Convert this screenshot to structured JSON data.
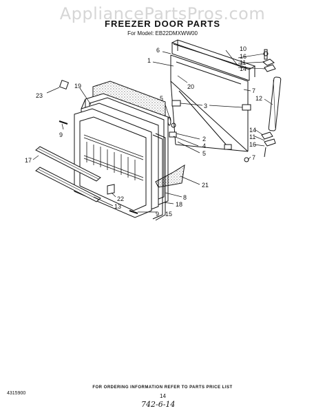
{
  "watermark": "AppliancePartsPros.com",
  "header": {
    "title": "FREEZER DOOR PARTS",
    "subtitle": "For Model: EB22DMXWW00"
  },
  "callouts": [
    {
      "id": "c6",
      "label": "6"
    },
    {
      "id": "c10",
      "label": "10"
    },
    {
      "id": "c16a",
      "label": "16"
    },
    {
      "id": "c11a",
      "label": "11"
    },
    {
      "id": "c14a",
      "label": "14"
    },
    {
      "id": "c1",
      "label": "1"
    },
    {
      "id": "c20",
      "label": "20"
    },
    {
      "id": "c7a",
      "label": "7"
    },
    {
      "id": "c12",
      "label": "12"
    },
    {
      "id": "c23",
      "label": "23"
    },
    {
      "id": "c19",
      "label": "19"
    },
    {
      "id": "c5a",
      "label": "5"
    },
    {
      "id": "c3",
      "label": "3"
    },
    {
      "id": "c9a",
      "label": "9"
    },
    {
      "id": "c14b",
      "label": "14"
    },
    {
      "id": "c11b",
      "label": "11"
    },
    {
      "id": "c16b",
      "label": "16"
    },
    {
      "id": "c2",
      "label": "2"
    },
    {
      "id": "c4",
      "label": "4"
    },
    {
      "id": "c5b",
      "label": "5"
    },
    {
      "id": "c7b",
      "label": "7"
    },
    {
      "id": "c17",
      "label": "17"
    },
    {
      "id": "c21",
      "label": "21"
    },
    {
      "id": "c8",
      "label": "8"
    },
    {
      "id": "c22",
      "label": "22"
    },
    {
      "id": "c18",
      "label": "18"
    },
    {
      "id": "c13",
      "label": "13"
    },
    {
      "id": "c9b",
      "label": "9"
    },
    {
      "id": "c15",
      "label": "15"
    }
  ],
  "footer": {
    "note": "FOR ORDERING INFORMATION REFER TO PARTS PRICE LIST",
    "doc_number": "4315900",
    "page_number": "14",
    "handwritten": "742-6-14"
  }
}
